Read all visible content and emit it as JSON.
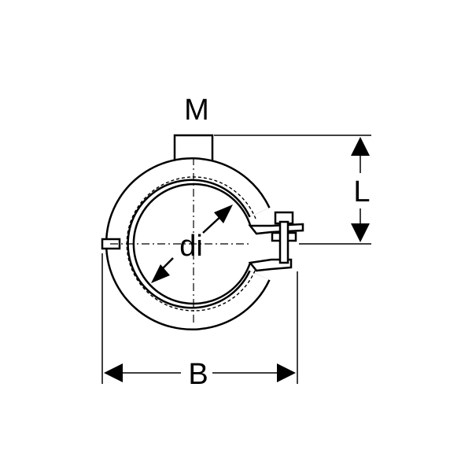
{
  "labels": {
    "thread": "M",
    "length": "L",
    "inner_diameter": "di",
    "width": "B"
  },
  "colors": {
    "stroke": "#000000",
    "background": "#ffffff"
  }
}
